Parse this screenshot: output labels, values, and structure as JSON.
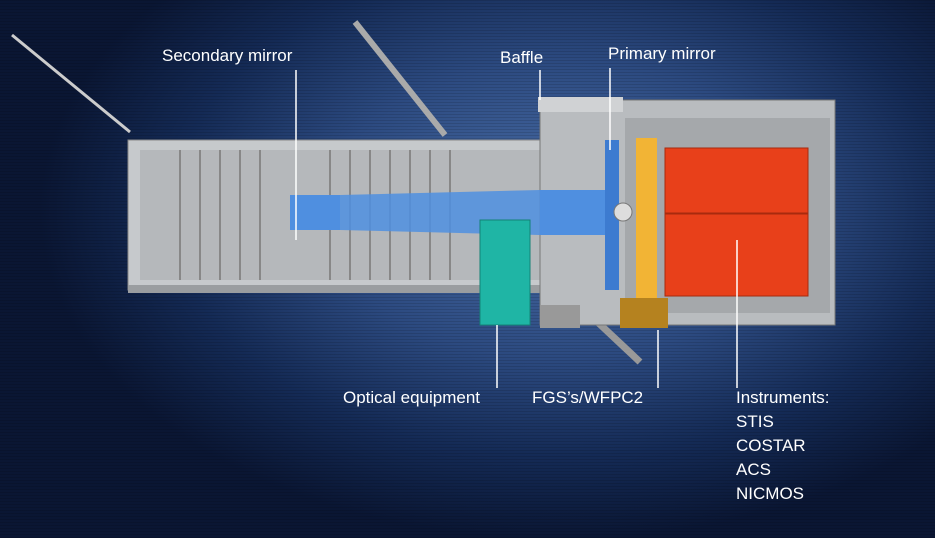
{
  "title": "Hubble Space Telescope cross-section",
  "labels": {
    "secondary_mirror": "Secondary mirror",
    "baffle": "Baffle",
    "primary_mirror": "Primary mirror",
    "optical_equipment": "Optical equipment",
    "fgs_wfpc2": "FGS’s/WFPC2",
    "instruments_heading": "Instruments:"
  },
  "instruments": [
    "STIS",
    "COSTAR",
    "ACS",
    "NICMOS"
  ],
  "colors": {
    "beam": "#4f8fe0",
    "optical_equipment": "#1fb5a5",
    "fgs": "#f2b435",
    "wfpc2": "#b5821f",
    "instruments": "#e8401a",
    "body": "#c9cccf"
  }
}
